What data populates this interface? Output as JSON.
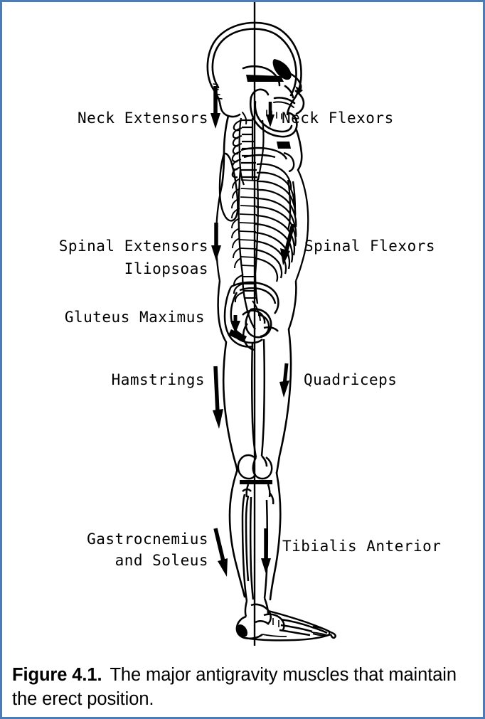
{
  "figure": {
    "id": "figure-4-1",
    "caption_number": "Figure 4.1.",
    "caption_text": "The major antigravity muscles that maintain the erect position.",
    "subject": "lateral-view-human-skeleton-with-gravity-line",
    "colors": {
      "page_border": "#4a7cb8",
      "background": "#ffffff",
      "ink": "#000000"
    },
    "gravity_line": {
      "name": "line-of-gravity",
      "orientation": "vertical"
    },
    "labels": [
      {
        "id": "neck-extensors",
        "text": "Neck Extensors",
        "side": "left",
        "arrow": "down"
      },
      {
        "id": "neck-flexors",
        "text": "Neck Flexors",
        "side": "right",
        "arrow": "down"
      },
      {
        "id": "spinal-extensors",
        "text": "Spinal Extensors",
        "side": "left",
        "arrow": "down"
      },
      {
        "id": "iliopsoas",
        "text": "Iliopsoas",
        "side": "left",
        "arrow": "none"
      },
      {
        "id": "spinal-flexors",
        "text": "Spinal Flexors",
        "side": "right",
        "arrow": "down-slanted"
      },
      {
        "id": "gluteus-maximus",
        "text": "Gluteus Maximus",
        "side": "left",
        "arrow": "none"
      },
      {
        "id": "hamstrings",
        "text": "Hamstrings",
        "side": "left",
        "arrow": "down-long"
      },
      {
        "id": "quadriceps",
        "text": "Quadriceps",
        "side": "right",
        "arrow": "down"
      },
      {
        "id": "gastrocnemius-and-soleus",
        "text_line1": "Gastrocnemius",
        "text_line2": "and Soleus",
        "side": "left",
        "arrow": "down-slanted"
      },
      {
        "id": "tibialis-anterior",
        "text": "Tibialis Anterior",
        "side": "right",
        "arrow": "down"
      }
    ]
  }
}
